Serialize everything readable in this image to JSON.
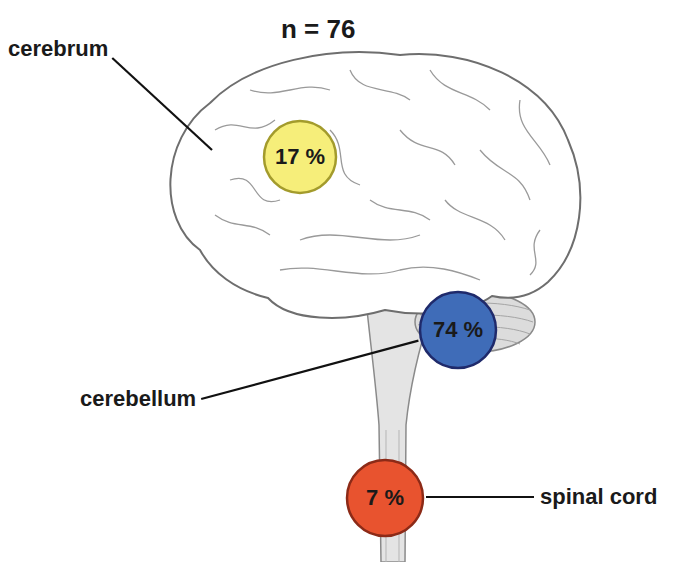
{
  "diagram": {
    "title": "n = 76",
    "nodes": [
      {
        "text": [
          "17 %"
        ]
      },
      {
        "text": [
          "74 %"
        ]
      },
      {
        "text": [
          "7 %"
        ]
      }
    ],
    "labels": [
      "cerebrum",
      "cerebellum",
      "spinal cord"
    ]
  }
}
